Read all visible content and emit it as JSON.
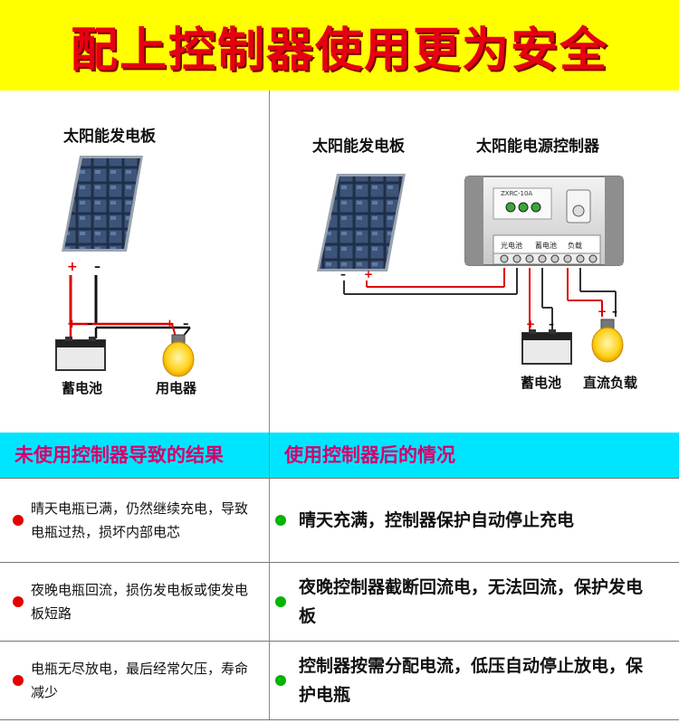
{
  "banner": {
    "title": "配上控制器使用更为安全"
  },
  "left_diagram": {
    "panel_label": "太阳能发电板",
    "battery_label": "蓄电池",
    "appliance_label": "用电器"
  },
  "right_diagram": {
    "panel_label": "太阳能发电板",
    "controller_label": "太阳能电源控制器",
    "controller_model": "ZXRC-10A",
    "terminal_labels": [
      "光电池",
      "蓄电池",
      "负载"
    ],
    "battery_label": "蓄电池",
    "load_label": "直流负载"
  },
  "table": {
    "left_header": "未使用控制器导致的结果",
    "right_header": "使用控制器后的情况",
    "rows": [
      {
        "left": "晴天电瓶已满，仍然继续充电，导致电瓶过热，损坏内部电芯",
        "right": "晴天充满，控制器保护自动停止充电"
      },
      {
        "left": "夜晚电瓶回流，损伤发电板或使发电板短路",
        "right": "夜晚控制器截断回流电，无法回流，保护发电板"
      },
      {
        "left": "电瓶无尽放电，最后经常欠压，寿命减少",
        "right": "控制器按需分配电流，低压自动停止放电，保护电瓶"
      }
    ]
  },
  "colors": {
    "banner_bg": "#ffff00",
    "title_red": "#e60012",
    "header_bg": "#00e5ff",
    "header_text": "#d6006b",
    "bullet_red": "#e50000",
    "bullet_green": "#00b400"
  }
}
